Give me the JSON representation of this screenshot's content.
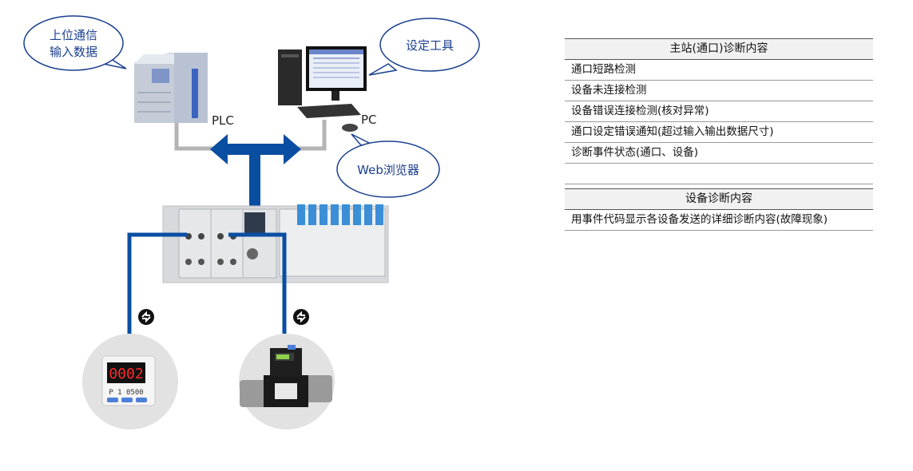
{
  "callouts": {
    "plc_io": [
      "上位通信",
      "输入数据"
    ],
    "setting_tool": "设定工具",
    "web_browser": "Web浏览器"
  },
  "devices": {
    "plc_label": "PLC",
    "pc_label": "PC"
  },
  "sensor_display": {
    "readout": "0002",
    "sub_readout": "P 1  0500"
  },
  "port_diagnostics": {
    "header": "主站(通口)诊断内容",
    "items": [
      "通口短路检测",
      "设备未连接检测",
      "设备错误连接检测(核对异常)",
      "通口设定错误通知(超过输入输出数据尺寸)",
      "诊断事件状态(通口、设备)"
    ]
  },
  "device_diagnostics": {
    "header": "设备诊断内容",
    "items": [
      "用事件代码显示各设备发送的详细诊断内容(故障现象)"
    ]
  },
  "colors": {
    "accent_blue": "#0a4ea2",
    "callout_border": "#1a3f8f",
    "connector_gray": "#b4b4b4"
  },
  "icons": [
    "io-link-icon",
    "io-link-icon"
  ]
}
